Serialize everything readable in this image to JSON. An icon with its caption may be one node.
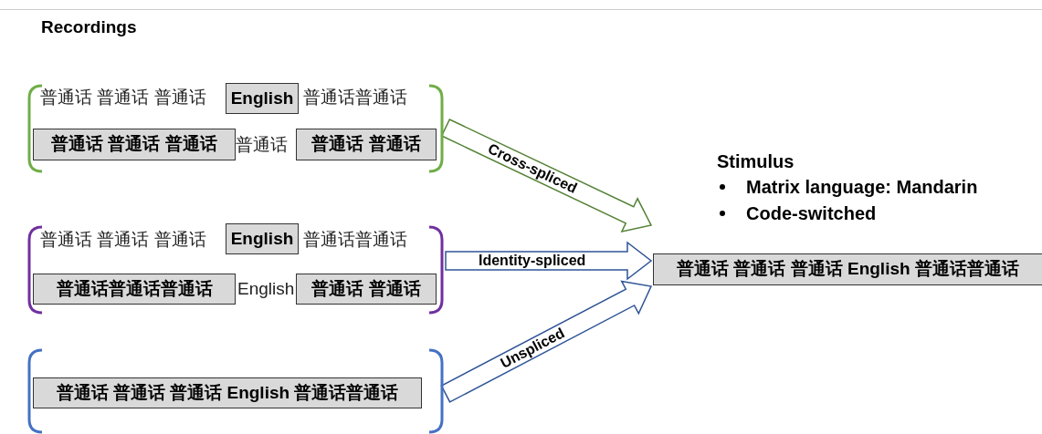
{
  "diagram": {
    "nodes": [
      {
        "text": [],
        "shape": "bracket"
      },
      {
        "text": [
          "English"
        ],
        "in": 0
      },
      {
        "text": [
          "普通话 普通话 普通话"
        ],
        "in": 0
      },
      {
        "text": [
          "普通话 普通话"
        ],
        "in": 0
      },
      {
        "text": [],
        "shape": "bracket"
      },
      {
        "text": [
          "English"
        ],
        "in": 4
      },
      {
        "text": [
          "普通话普通话普通话"
        ],
        "in": 4
      },
      {
        "text": [
          "普通话 普通话"
        ],
        "in": 4
      },
      {
        "text": [],
        "shape": "bracket"
      },
      {
        "text": [
          "普通话 普通话 普通话 English 普通话普通话"
        ],
        "in": 8
      },
      {
        "text": [
          "普通话 普通话 普通话 English 普通话普通话"
        ]
      }
    ],
    "edges": [
      {
        "from": 0,
        "to": 10,
        "arrow": "to",
        "label": "Cross-spliced",
        "color": "#548235"
      },
      {
        "from": 4,
        "to": 10,
        "arrow": "to",
        "label": "Identity-spliced"
      },
      {
        "from": 8,
        "to": 10,
        "arrow": "to",
        "label": "Unspliced"
      }
    ],
    "labels": [
      "Recordings",
      "普通话 普通话 普通话",
      "普通话普通话",
      "普通话",
      "普通话 普通话 普通话",
      "普通话普通话",
      "English",
      "Stimulus",
      "Matrix language: Mandarin",
      "Code-switched"
    ]
  }
}
